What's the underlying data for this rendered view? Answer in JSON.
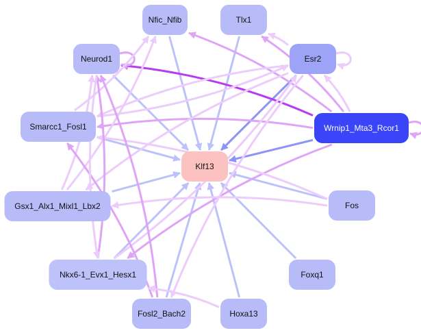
{
  "title": "Klf13 regulatory network",
  "colors": {
    "node_default": "#b7bcf8",
    "node_light": "#bec2fb",
    "node_esr2": "#9da4f8",
    "node_wrnip": "#3a44f8",
    "node_target": "#fcc2c2",
    "edge_blue": "#bcc2f9",
    "edge_blue_dark": "#8c95f5",
    "edge_pink_light": "#ecccfb",
    "edge_pink": "#dea4f6",
    "edge_purple": "#b63cf0",
    "text_dark": "#111111",
    "text_light": "#ffffff"
  },
  "nodes": [
    {
      "id": "nfic",
      "label": "Nfic_Nfib",
      "fill": "node_default",
      "text": "text_dark"
    },
    {
      "id": "tlx1",
      "label": "Tlx1",
      "fill": "node_default",
      "text": "text_dark"
    },
    {
      "id": "neurod1",
      "label": "Neurod1",
      "fill": "node_default",
      "text": "text_dark"
    },
    {
      "id": "esr2",
      "label": "Esr2",
      "fill": "node_esr2",
      "text": "text_dark"
    },
    {
      "id": "smarcc1",
      "label": "Smarcc1_Fosl1",
      "fill": "node_default",
      "text": "text_dark"
    },
    {
      "id": "wrnip1",
      "label": "Wrnip1_Mta3_Rcor1",
      "fill": "node_wrnip",
      "text": "text_light"
    },
    {
      "id": "klf13",
      "label": "Klf13",
      "fill": "node_target",
      "text": "text_dark"
    },
    {
      "id": "gsx1",
      "label": "Gsx1_Alx1_Mixl1_Lbx2",
      "fill": "node_default",
      "text": "text_dark"
    },
    {
      "id": "fos",
      "label": "Fos",
      "fill": "node_default",
      "text": "text_dark"
    },
    {
      "id": "nkx6",
      "label": "Nkx6-1_Evx1_Hesx1",
      "fill": "node_light",
      "text": "text_dark"
    },
    {
      "id": "foxq1",
      "label": "Foxq1",
      "fill": "node_default",
      "text": "text_dark"
    },
    {
      "id": "fosl2",
      "label": "Fosl2_Bach2",
      "fill": "node_default",
      "text": "text_dark"
    },
    {
      "id": "hoxa13",
      "label": "Hoxa13",
      "fill": "node_default",
      "text": "text_dark"
    }
  ],
  "edges": [
    {
      "from": "nfic",
      "to": "klf13",
      "color": "edge_blue"
    },
    {
      "from": "tlx1",
      "to": "klf13",
      "color": "edge_blue"
    },
    {
      "from": "neurod1",
      "to": "klf13",
      "color": "edge_blue"
    },
    {
      "from": "esr2",
      "to": "klf13",
      "color": "edge_blue_dark"
    },
    {
      "from": "smarcc1",
      "to": "klf13",
      "color": "edge_blue"
    },
    {
      "from": "wrnip1",
      "to": "klf13",
      "color": "edge_blue_dark"
    },
    {
      "from": "gsx1",
      "to": "klf13",
      "color": "edge_blue"
    },
    {
      "from": "fos",
      "to": "klf13",
      "color": "edge_blue"
    },
    {
      "from": "nkx6",
      "to": "klf13",
      "color": "edge_blue"
    },
    {
      "from": "foxq1",
      "to": "klf13",
      "color": "edge_blue"
    },
    {
      "from": "fosl2",
      "to": "klf13",
      "color": "edge_blue"
    },
    {
      "from": "hoxa13",
      "to": "klf13",
      "color": "edge_blue"
    },
    {
      "from": "wrnip1",
      "to": "neurod1",
      "color": "edge_purple"
    },
    {
      "from": "wrnip1",
      "to": "tlx1",
      "color": "edge_pink"
    },
    {
      "from": "wrnip1",
      "to": "nfic",
      "color": "edge_pink"
    },
    {
      "from": "wrnip1",
      "to": "esr2",
      "color": "edge_pink_light"
    },
    {
      "from": "wrnip1",
      "to": "nkx6",
      "color": "edge_pink"
    },
    {
      "from": "wrnip1",
      "to": "smarcc1",
      "color": "edge_pink"
    },
    {
      "from": "wrnip1",
      "to": "wrnip1",
      "color": "edge_pink"
    },
    {
      "from": "esr2",
      "to": "esr2",
      "color": "edge_pink_light"
    },
    {
      "from": "neurod1",
      "to": "neurod1",
      "color": "edge_pink"
    },
    {
      "from": "esr2",
      "to": "tlx1",
      "color": "edge_pink_light"
    },
    {
      "from": "esr2",
      "to": "gsx1",
      "color": "edge_pink_light"
    },
    {
      "from": "esr2",
      "to": "fosl2",
      "color": "edge_pink_light"
    },
    {
      "from": "esr2",
      "to": "smarcc1",
      "color": "edge_pink_light"
    },
    {
      "from": "smarcc1",
      "to": "esr2",
      "color": "edge_pink_light"
    },
    {
      "from": "smarcc1",
      "to": "nfic",
      "color": "edge_pink_light"
    },
    {
      "from": "gsx1",
      "to": "nfic",
      "color": "edge_pink_light"
    },
    {
      "from": "gsx1",
      "to": "neurod1",
      "color": "edge_pink_light"
    },
    {
      "from": "fos",
      "to": "gsx1",
      "color": "edge_pink_light"
    },
    {
      "from": "fos",
      "to": "smarcc1",
      "color": "edge_pink_light"
    },
    {
      "from": "nkx6",
      "to": "neurod1",
      "color": "edge_pink"
    },
    {
      "from": "nkx6",
      "to": "esr2",
      "color": "edge_pink_light"
    },
    {
      "from": "fosl2",
      "to": "neurod1",
      "color": "edge_pink"
    },
    {
      "from": "fosl2",
      "to": "smarcc1",
      "color": "edge_pink"
    },
    {
      "from": "hoxa13",
      "to": "nkx6",
      "color": "edge_pink_light"
    },
    {
      "from": "neurod1",
      "to": "nkx6",
      "color": "edge_pink_light"
    }
  ]
}
